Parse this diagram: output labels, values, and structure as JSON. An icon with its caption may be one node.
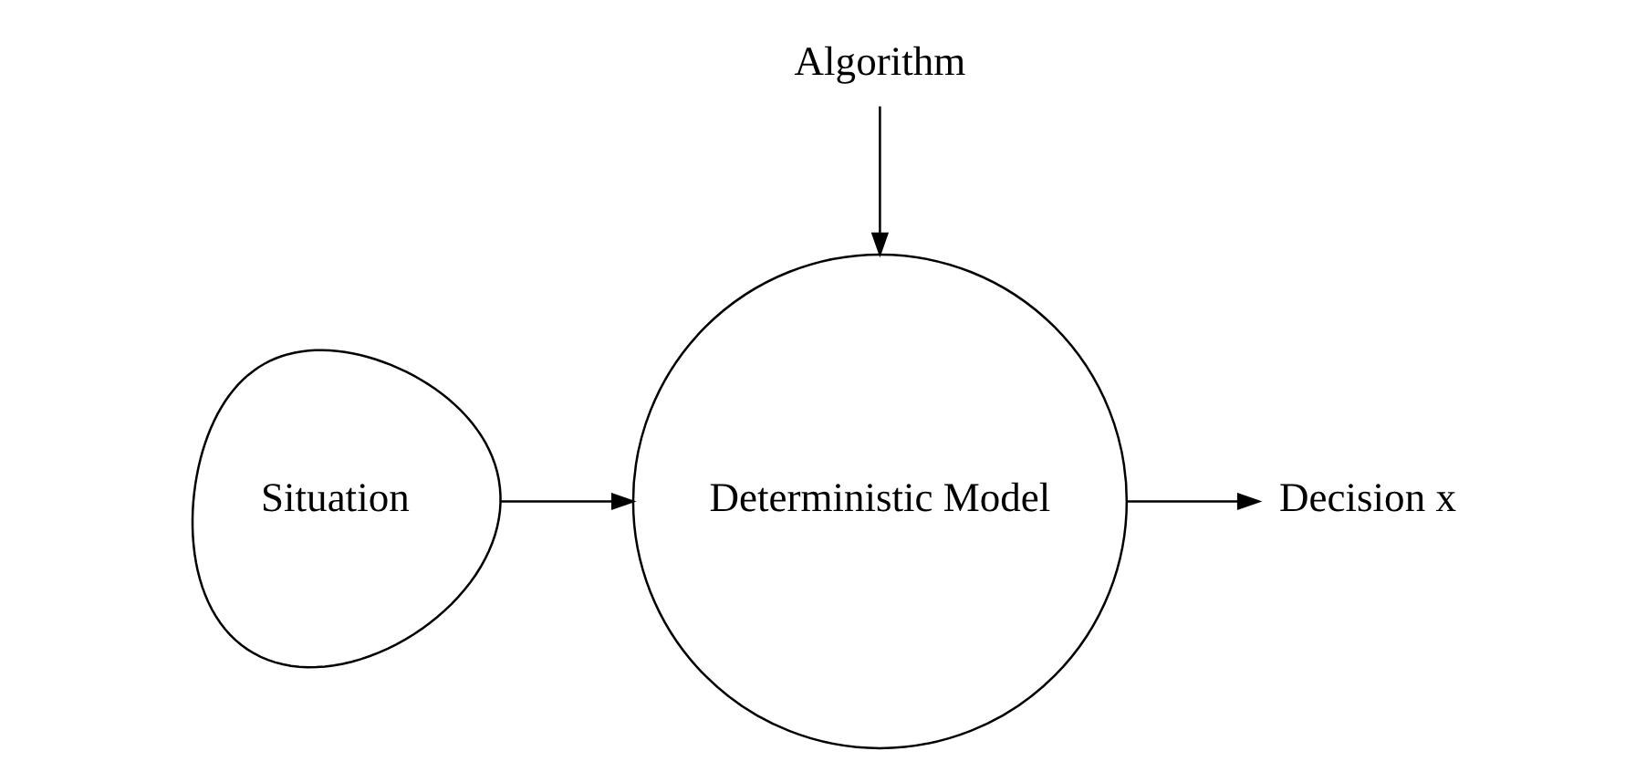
{
  "diagram": {
    "nodes": [
      {
        "text": [
          "Situation"
        ]
      },
      {
        "text": [
          "Deterministic Model"
        ]
      },
      {
        "text": [
          "Decision x"
        ]
      },
      {
        "text": [
          "Algorithm"
        ]
      }
    ],
    "edges": [
      {
        "from": 0,
        "to": 1,
        "arrow": "to"
      },
      {
        "from": 1,
        "to": 2,
        "arrow": "to"
      },
      {
        "from": 3,
        "to": 1,
        "arrow": "to"
      }
    ]
  }
}
